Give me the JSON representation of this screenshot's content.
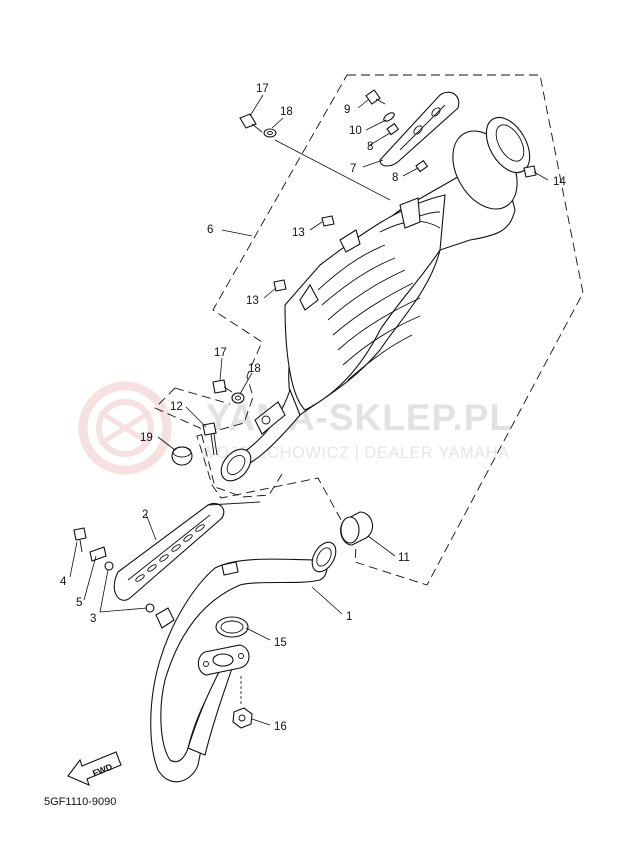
{
  "diagram": {
    "part_code": "5GF1110-9090",
    "fwd_label": "FWD",
    "callouts": {
      "c1": "1",
      "c2": "2",
      "c3": "3",
      "c4": "4",
      "c5": "5",
      "c6": "6",
      "c7": "7",
      "c8a": "8",
      "c8b": "8",
      "c9": "9",
      "c10": "10",
      "c11": "11",
      "c12": "12",
      "c13a": "13",
      "c13b": "13",
      "c14": "14",
      "c15": "15",
      "c16": "16",
      "c17a": "17",
      "c17b": "17",
      "c18a": "18",
      "c18b": "18",
      "c19": "19"
    }
  },
  "watermark": {
    "title": "YAMA-SKLEP.PL",
    "subtitle": "WOJCIECHOWICZ | DEALER YAMAHA",
    "color": "#f0c8c8"
  }
}
